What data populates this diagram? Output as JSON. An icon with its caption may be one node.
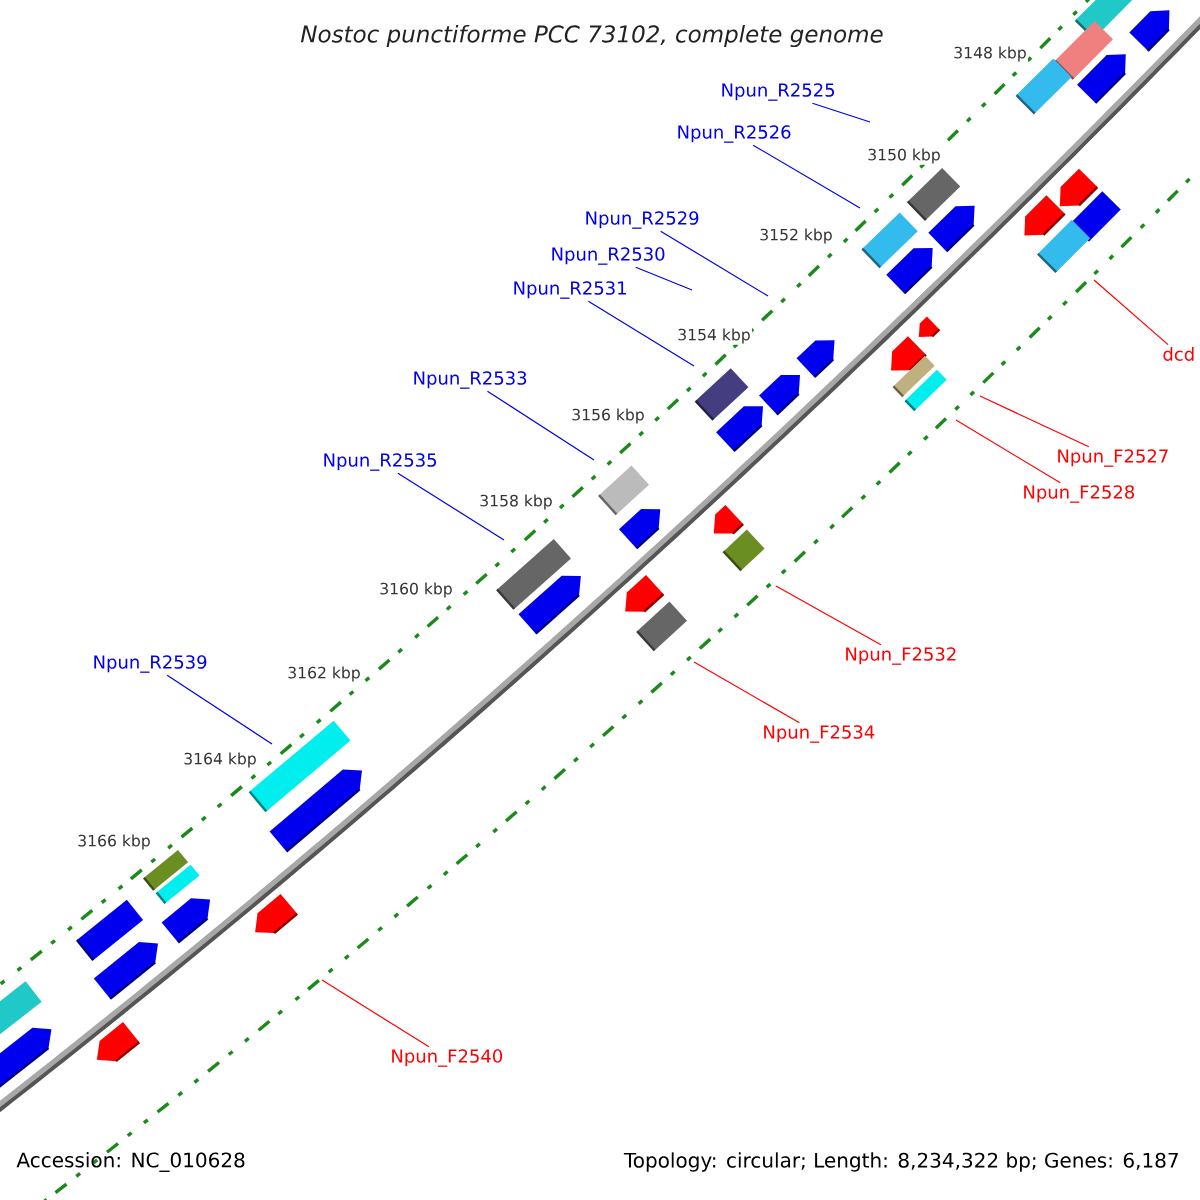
{
  "diagram": {
    "title": "Nostoc punctiforme PCC 73102, complete genome",
    "nodes": [
      {
        "text": [
          "Npun_R2525"
        ]
      },
      {
        "text": [
          "Npun_R2526"
        ]
      },
      {
        "text": [
          "Npun_R2529"
        ]
      },
      {
        "text": [
          "Npun_R2530"
        ]
      },
      {
        "text": [
          "Npun_R2531"
        ]
      },
      {
        "text": [
          "Npun_R2533"
        ]
      },
      {
        "text": [
          "Npun_R2535"
        ]
      },
      {
        "text": [
          "Npun_R2539"
        ]
      },
      {
        "text": [
          "dcd"
        ]
      },
      {
        "text": [
          "Npun_F2527"
        ]
      },
      {
        "text": [
          "Npun_F2528"
        ]
      },
      {
        "text": [
          "Npun_F2532"
        ]
      },
      {
        "text": [
          "Npun_F2534"
        ]
      },
      {
        "text": [
          "Npun_F2540"
        ]
      }
    ],
    "edges": [
      {
        "from": 0,
        "to": null,
        "arrow": "none"
      },
      {
        "from": 1,
        "to": null,
        "arrow": "none"
      },
      {
        "from": 2,
        "to": null,
        "arrow": "none"
      },
      {
        "from": 3,
        "to": null,
        "arrow": "none"
      },
      {
        "from": 4,
        "to": null,
        "arrow": "none"
      },
      {
        "from": 5,
        "to": null,
        "arrow": "none"
      },
      {
        "from": 6,
        "to": null,
        "arrow": "none"
      },
      {
        "from": 7,
        "to": null,
        "arrow": "none"
      },
      {
        "from": 8,
        "to": null,
        "arrow": "none",
        "color": "#ff0000"
      },
      {
        "from": 9,
        "to": null,
        "arrow": "none",
        "color": "#ff0000"
      },
      {
        "from": 10,
        "to": null,
        "arrow": "none",
        "color": "#ff0000"
      },
      {
        "from": 11,
        "to": null,
        "arrow": "none",
        "color": "#ff0000"
      },
      {
        "from": 12,
        "to": null,
        "arrow": "none",
        "color": "#ff0000"
      },
      {
        "from": 13,
        "to": null,
        "arrow": "none",
        "color": "#ff0000"
      }
    ],
    "labels": [
      "3148 kbp",
      "3150 kbp",
      "3152 kbp",
      "3154 kbp",
      "3156 kbp",
      "3158 kbp",
      "3160 kbp",
      "3162 kbp",
      "3164 kbp",
      "3166 kbp",
      "Accession: NC_010628",
      "Topology: circular; Length: 8,234,322 bp; Genes: 6,187"
    ]
  }
}
